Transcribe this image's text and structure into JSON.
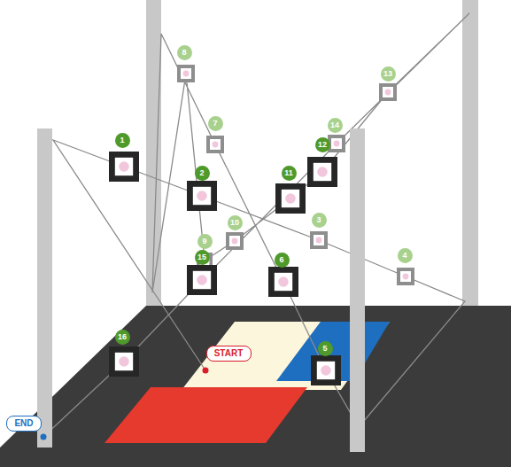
{
  "diagram": {
    "nodes": [
      {
        "text": [
          "START"
        ]
      },
      {
        "text": [
          "END"
        ]
      }
    ],
    "labels": [
      "1",
      "2",
      "3",
      "4",
      "5",
      "6",
      "7",
      "8",
      "9",
      "10",
      "11",
      "12",
      "13",
      "14",
      "15",
      "16"
    ]
  }
}
